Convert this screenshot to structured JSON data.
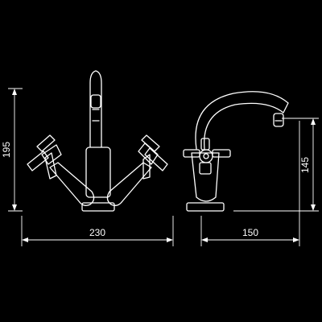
{
  "dimensions": {
    "front_height": "195",
    "front_width": "230",
    "side_height": "145",
    "side_depth": "150"
  },
  "colors": {
    "background": "#000000",
    "line": "#ffffff"
  }
}
